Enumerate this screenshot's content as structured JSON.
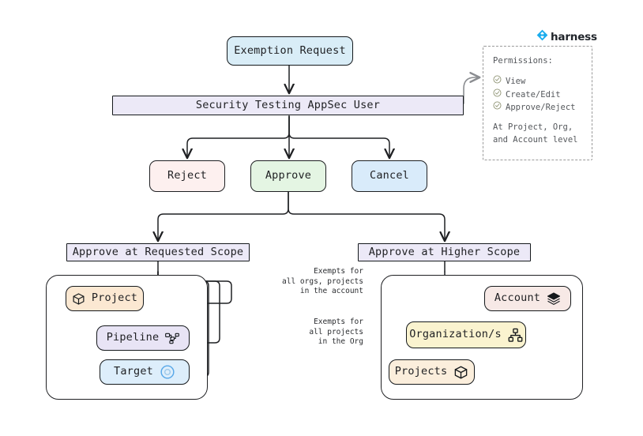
{
  "brand": {
    "name": "harness",
    "logo_icon": "harness-diamond-logo",
    "accent": "#1aaced"
  },
  "flow": {
    "start": {
      "label": "Exemption Request",
      "fill": "#d9edf7"
    },
    "actor": {
      "label": "Security Testing AppSec User",
      "fill": "#ece9f7"
    },
    "actions": [
      {
        "id": "reject",
        "label": "Reject",
        "fill": "#fdf0ef"
      },
      {
        "id": "approve",
        "label": "Approve",
        "fill": "#e4f5e3"
      },
      {
        "id": "cancel",
        "label": "Cancel",
        "fill": "#d9ebfa"
      }
    ],
    "scopes": [
      {
        "id": "requested",
        "label": "Approve at Requested Scope",
        "fill": "#ece9f7"
      },
      {
        "id": "higher",
        "label": "Approve at Higher Scope",
        "fill": "#ece9f7"
      }
    ]
  },
  "requested_scope": {
    "nodes": [
      {
        "id": "project",
        "label": "Project",
        "icon": "cube-icon",
        "icon_side": "left",
        "fill": "#fbe8d2"
      },
      {
        "id": "pipeline",
        "label": "Pipeline",
        "icon": "node-graph-icon",
        "icon_side": "right",
        "fill": "#e8e4f5"
      },
      {
        "id": "target",
        "label": "Target",
        "icon": "target-ring-icon",
        "icon_side": "right",
        "fill": "#ddeefb"
      }
    ]
  },
  "higher_scope": {
    "nodes": [
      {
        "id": "account",
        "label": "Account",
        "icon": "layers-icon",
        "icon_side": "right",
        "fill": "#f7e9e6"
      },
      {
        "id": "org",
        "label": "Organization/s",
        "icon": "org-chart-icon",
        "icon_side": "right",
        "fill": "#faf3cf"
      },
      {
        "id": "projects",
        "label": "Projects",
        "icon": "cube-icon",
        "icon_side": "right",
        "fill": "#fbeedc"
      }
    ],
    "edge_labels": {
      "to_account": "Exempts for\nall orgs, projects\nin the account",
      "to_org": "Exempts for\nall projects\nin the Org"
    }
  },
  "permissions": {
    "title": "Permissions:",
    "items": [
      {
        "label": "View",
        "icon": "check-circle-icon"
      },
      {
        "label": "Create/Edit",
        "icon": "check-circle-icon"
      },
      {
        "label": "Approve/Reject",
        "icon": "check-circle-icon"
      }
    ],
    "footer_line1": "At Project, Org,",
    "footer_line2": "and Account level"
  }
}
